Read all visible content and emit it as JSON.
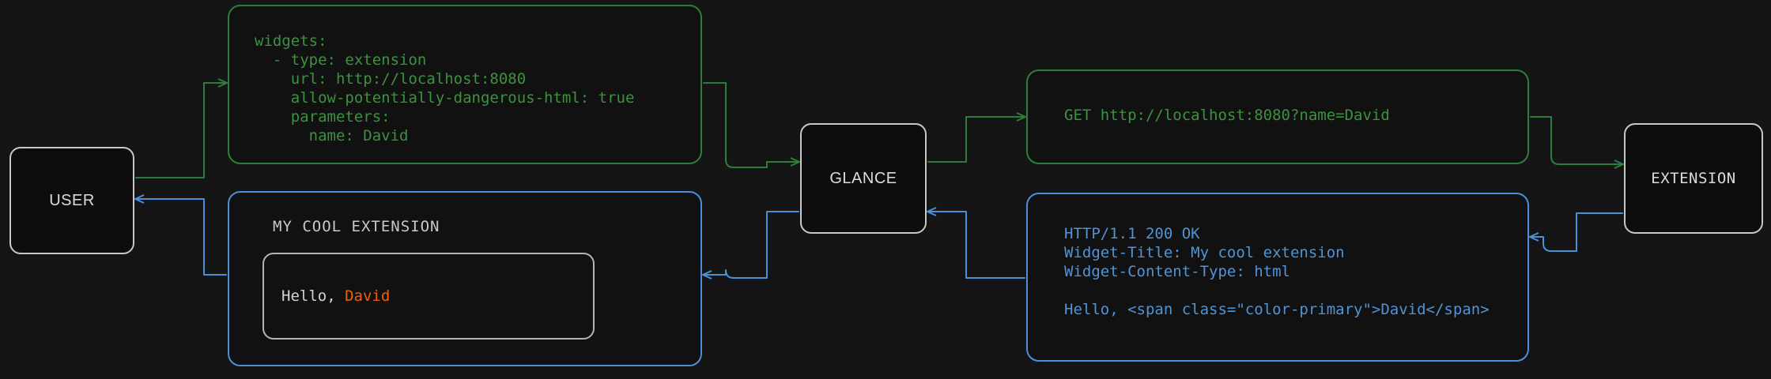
{
  "diagram": {
    "title": "Glance extension request/response flow",
    "background": "#151515",
    "colors": {
      "request_green": "#3d9140",
      "response_blue": "#5094d6",
      "node_border": "#c8c8c8",
      "accent_orange": "#f06000"
    }
  },
  "nodes": {
    "user": "USER",
    "glance": "GLANCE",
    "extension": "EXTENSION"
  },
  "panels": {
    "yaml_config": {
      "kind": "request",
      "color": "#3d9140",
      "text": "widgets:\n  - type: extension\n    url: http://localhost:8080\n    allow-potentially-dangerous-html: true\n    parameters:\n      name: David"
    },
    "http_request": {
      "kind": "request",
      "color": "#3d9140",
      "text": "GET http://localhost:8080?name=David"
    },
    "http_response": {
      "kind": "response",
      "color": "#5094d6",
      "text": "HTTP/1.1 200 OK\nWidget-Title: My cool extension\nWidget-Content-Type: html\n\nHello, <span class=\"color-primary\">David</span>"
    },
    "rendered_widget": {
      "kind": "response",
      "color": "#5094d6",
      "title": "MY COOL EXTENSION",
      "body_prefix": "Hello, ",
      "body_accent": "David"
    }
  },
  "edges": [
    {
      "name": "user-to-yaml",
      "color": "#3d9140",
      "direction": "right"
    },
    {
      "name": "yaml-to-glance",
      "color": "#3d9140",
      "direction": "right"
    },
    {
      "name": "glance-to-request",
      "color": "#3d9140",
      "direction": "right"
    },
    {
      "name": "request-to-extension",
      "color": "#3d9140",
      "direction": "right"
    },
    {
      "name": "extension-to-response",
      "color": "#5094d6",
      "direction": "left"
    },
    {
      "name": "response-to-glance",
      "color": "#5094d6",
      "direction": "left"
    },
    {
      "name": "glance-to-widget",
      "color": "#5094d6",
      "direction": "left"
    },
    {
      "name": "widget-to-user",
      "color": "#5094d6",
      "direction": "left"
    }
  ]
}
